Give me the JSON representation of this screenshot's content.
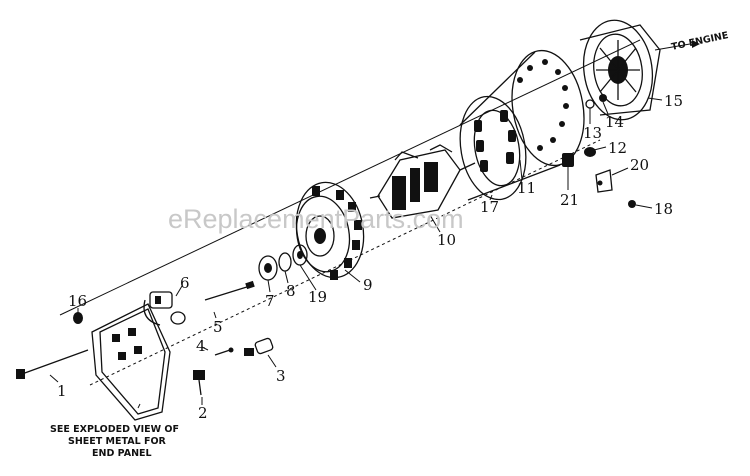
{
  "watermark": "eReplacementParts.com",
  "direction_label": "TO ENGINE",
  "note": {
    "line1": "SEE EXPLODED VIEW OF",
    "line2": "SHEET METAL FOR",
    "line3": "END PANEL"
  },
  "callouts": {
    "p1": "1",
    "p2": "2",
    "p3": "3",
    "p4": "4",
    "p5": "5",
    "p6": "6",
    "p7": "7",
    "p8": "8",
    "p9": "9",
    "p10": "10",
    "p11": "11",
    "p12": "12",
    "p13": "13",
    "p14": "14",
    "p15": "15",
    "p16": "16",
    "p17": "17",
    "p18": "18",
    "p19": "19",
    "p20": "20",
    "p21": "21"
  }
}
